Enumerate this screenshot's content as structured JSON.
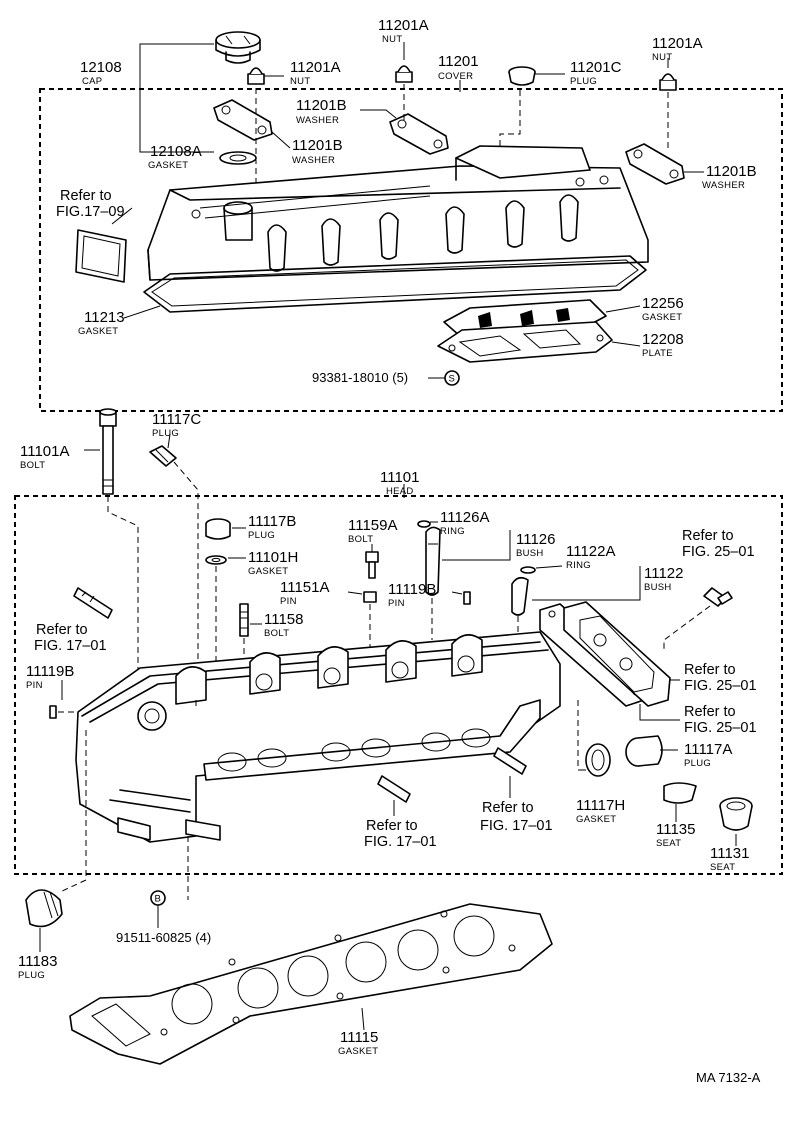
{
  "labels": {
    "p12108": {
      "num": "12108",
      "sub": "CAP"
    },
    "p11201A_1": {
      "num": "11201A",
      "sub": "NUT"
    },
    "p11201A_2": {
      "num": "11201A",
      "sub": "NUT"
    },
    "p11201A_3": {
      "num": "11201A",
      "sub": "NUT"
    },
    "p11201": {
      "num": "11201",
      "sub": "COVER"
    },
    "p11201C": {
      "num": "11201C",
      "sub": "PLUG"
    },
    "p11201B_1": {
      "num": "11201B",
      "sub": "WASHER"
    },
    "p11201B_2": {
      "num": "11201B",
      "sub": "WASHER"
    },
    "p11201B_3": {
      "num": "11201B",
      "sub": "WASHER"
    },
    "p12108A": {
      "num": "12108A",
      "sub": "GASKET"
    },
    "p11213": {
      "num": "11213",
      "sub": "GASKET"
    },
    "p12256": {
      "num": "12256",
      "sub": "GASKET"
    },
    "p12208": {
      "num": "12208",
      "sub": "PLATE"
    },
    "p93381": {
      "num": "93381-18010 (5)",
      "mark": "S"
    },
    "p11101A": {
      "num": "11101A",
      "sub": "BOLT"
    },
    "p11117C": {
      "num": "11117C",
      "sub": "PLUG"
    },
    "p11101": {
      "num": "11101",
      "sub": "HEAD"
    },
    "p11117B": {
      "num": "11117B",
      "sub": "PLUG"
    },
    "p11101H": {
      "num": "11101H",
      "sub": "GASKET"
    },
    "p11159A": {
      "num": "11159A",
      "sub": "BOLT"
    },
    "p11126A": {
      "num": "11126A",
      "sub": "RING"
    },
    "p11126": {
      "num": "11126",
      "sub": "BUSH"
    },
    "p11122A": {
      "num": "11122A",
      "sub": "RING"
    },
    "p11122": {
      "num": "11122",
      "sub": "BUSH"
    },
    "p11151A": {
      "num": "11151A",
      "sub": "PIN"
    },
    "p11119B_1": {
      "num": "11119B",
      "sub": "PIN"
    },
    "p11119B_2": {
      "num": "11119B",
      "sub": "PIN"
    },
    "p11158": {
      "num": "11158",
      "sub": "BOLT"
    },
    "p11117A": {
      "num": "11117A",
      "sub": "PLUG"
    },
    "p11117H": {
      "num": "11117H",
      "sub": "GASKET"
    },
    "p11135": {
      "num": "11135",
      "sub": "SEAT"
    },
    "p11131": {
      "num": "11131",
      "sub": "SEAT"
    },
    "p11183": {
      "num": "11183",
      "sub": "PLUG"
    },
    "p91511": {
      "num": "91511-60825 (4)",
      "mark": "B"
    },
    "p11115": {
      "num": "11115",
      "sub": "GASKET"
    }
  },
  "refs": {
    "r1709": {
      "line1": "Refer to",
      "line2": "FIG.17–09"
    },
    "r1701_a": {
      "line1": "Refer to",
      "line2": "FIG. 17–01"
    },
    "r1701_b": {
      "line1": "Refer to",
      "line2": "FIG. 17–01"
    },
    "r1701_c": {
      "line1": "Refer to",
      "line2": "FIG. 17–01"
    },
    "r2501_a": {
      "line1": "Refer to",
      "line2": "FIG. 25–01"
    },
    "r2501_b": {
      "line1": "Refer to",
      "line2": "FIG. 25–01"
    },
    "r2501_c": {
      "line1": "Refer to",
      "line2": "FIG. 25–01"
    }
  },
  "footer": {
    "code": "MA  7132-A"
  }
}
